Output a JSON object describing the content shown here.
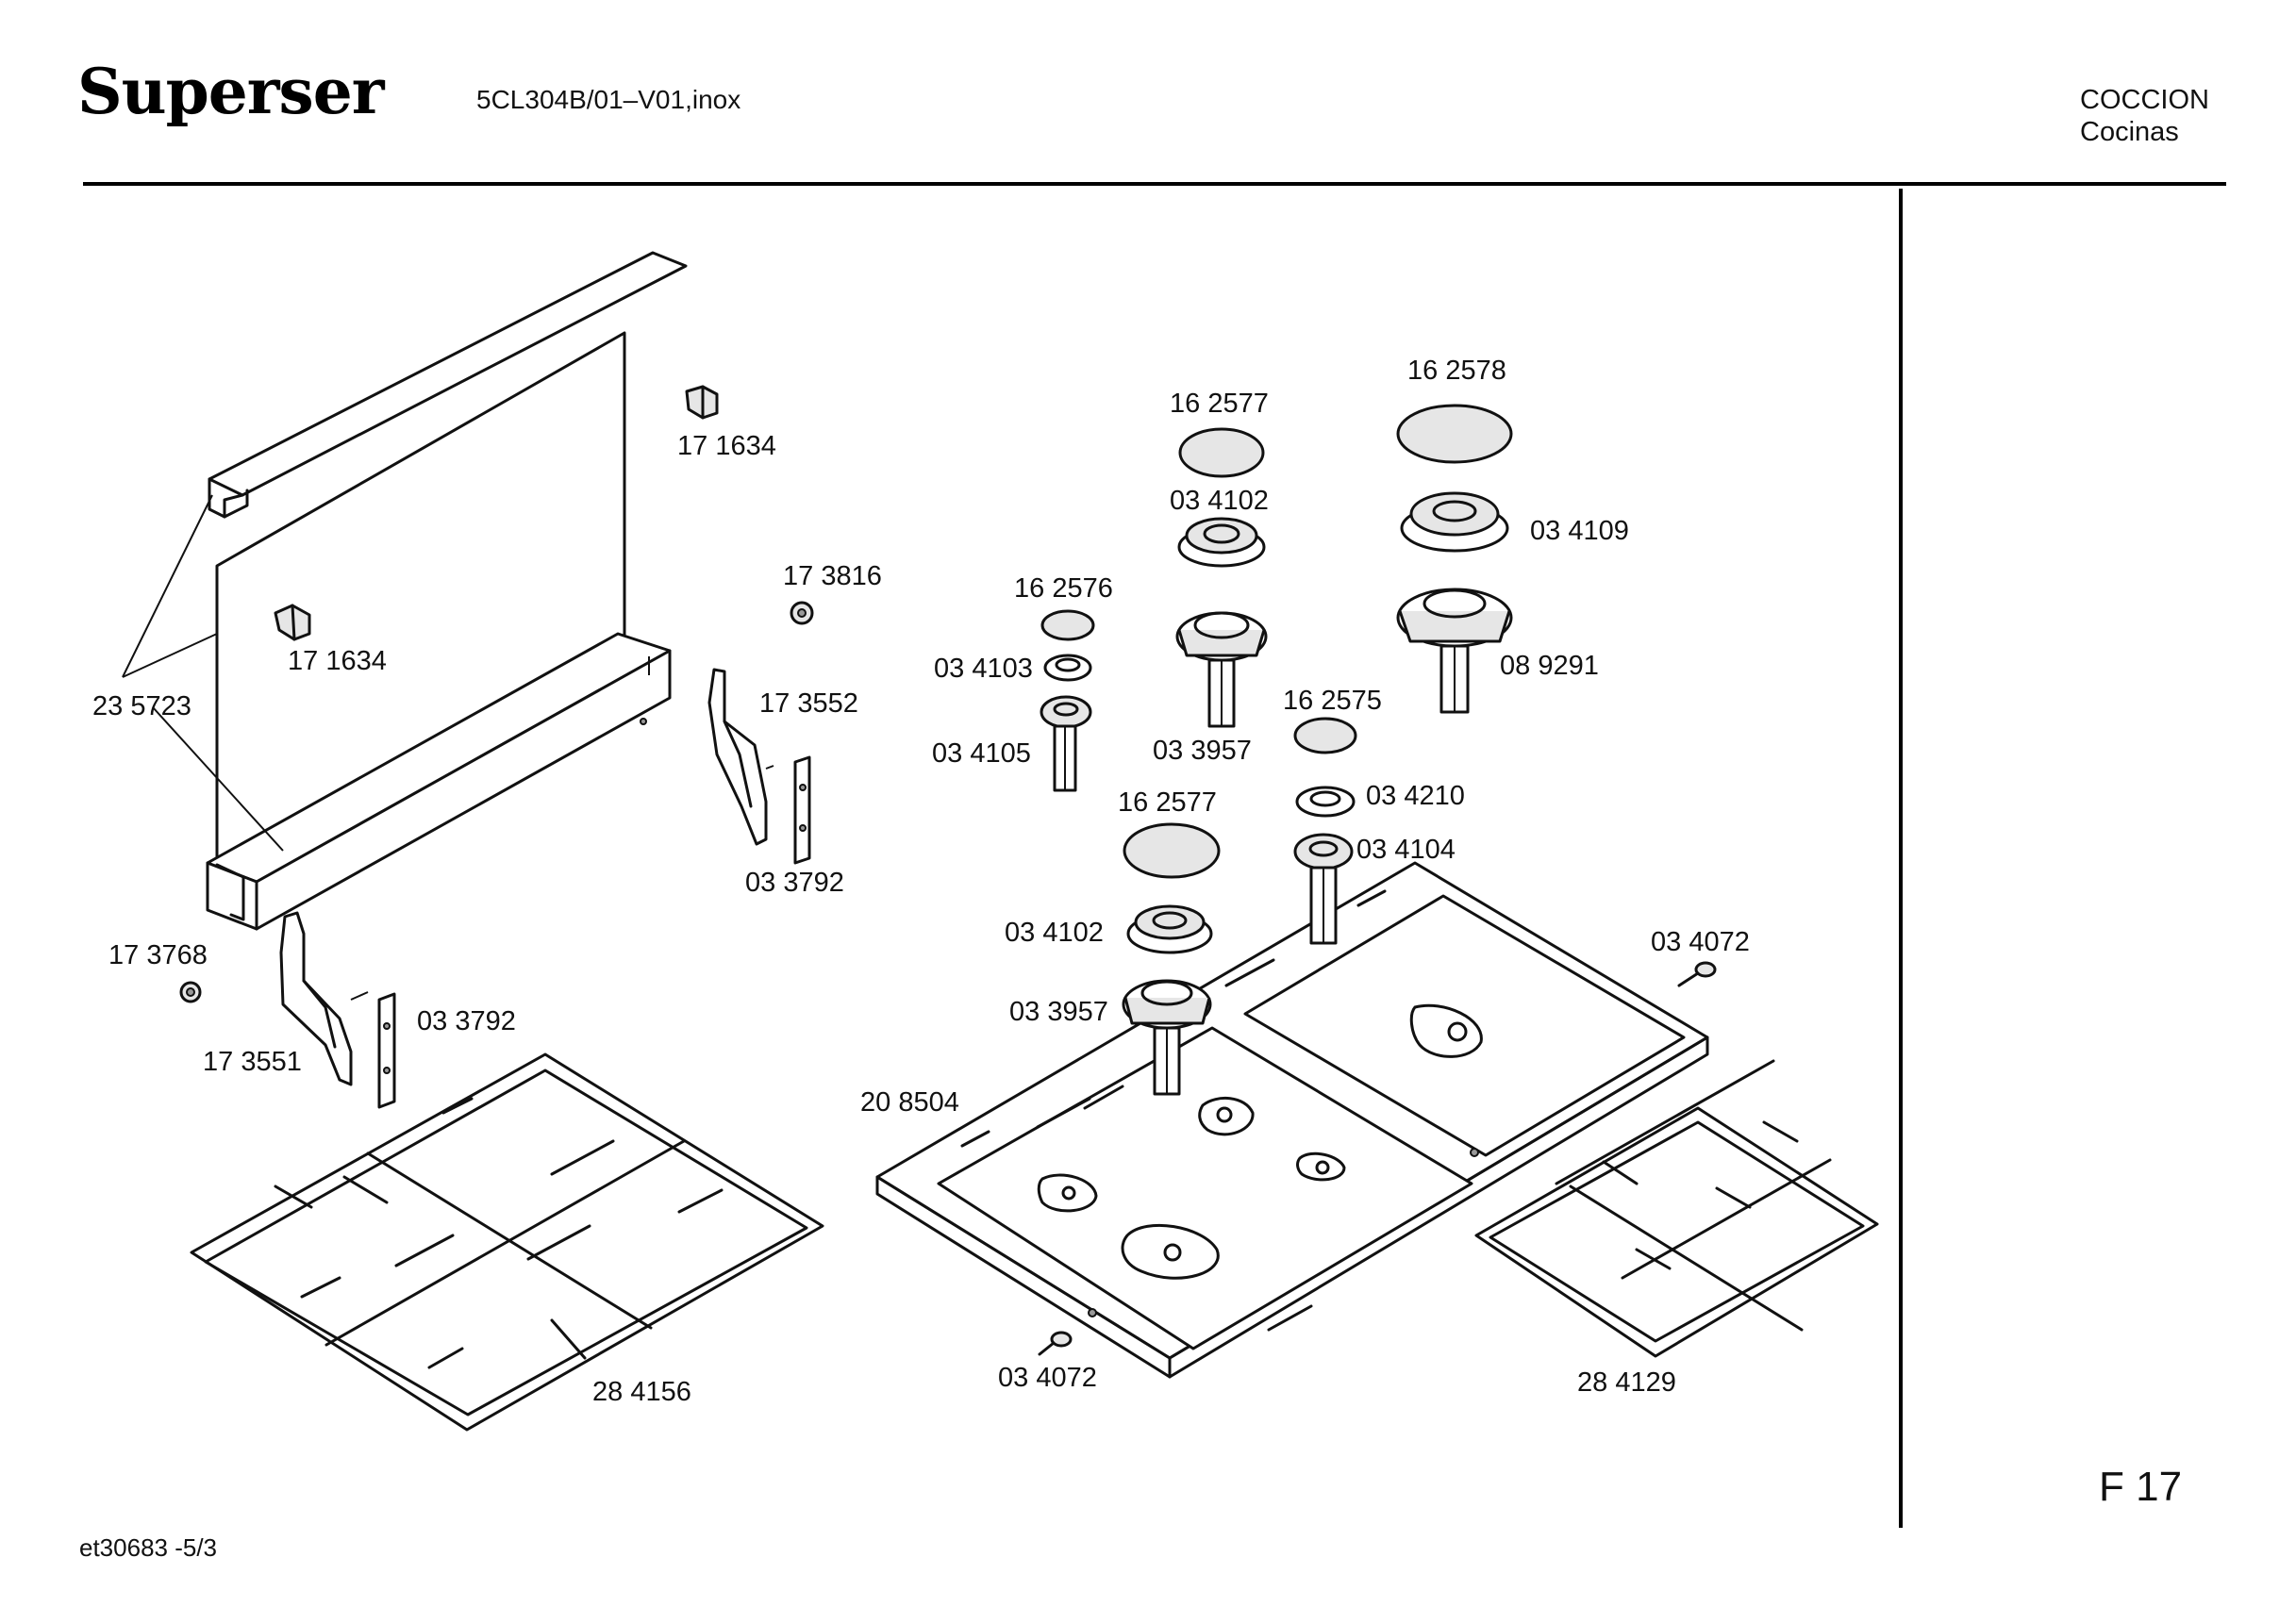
{
  "header": {
    "brand": "Superser",
    "model": "5CL304B/01–V01,inox",
    "category_line1": "COCCION",
    "category_line2": "Cocinas"
  },
  "footer": {
    "figure": "F 17",
    "reference": "et30683  -5/3"
  },
  "parts": [
    {
      "label": "17 1634"
    },
    {
      "label": "17 1634"
    },
    {
      "label": "23 5723"
    },
    {
      "label": "17 3816"
    },
    {
      "label": "17 3552"
    },
    {
      "label": "03 3792"
    },
    {
      "label": "17 3768"
    },
    {
      "label": "17 3551"
    },
    {
      "label": "03 3792"
    },
    {
      "label": "28 4156"
    },
    {
      "label": "16 2577"
    },
    {
      "label": "03 4102"
    },
    {
      "label": "16 2578"
    },
    {
      "label": "03 4109"
    },
    {
      "label": "16 2576"
    },
    {
      "label": "03 4103"
    },
    {
      "label": "03 4105"
    },
    {
      "label": "03 3957"
    },
    {
      "label": "08 9291"
    },
    {
      "label": "16 2575"
    },
    {
      "label": "03 4210"
    },
    {
      "label": "16 2577"
    },
    {
      "label": "03 4104"
    },
    {
      "label": "03 4102"
    },
    {
      "label": "03 3957"
    },
    {
      "label": "03 4072"
    },
    {
      "label": "20 8504"
    },
    {
      "label": "03 4072"
    },
    {
      "label": "28 4129"
    }
  ]
}
